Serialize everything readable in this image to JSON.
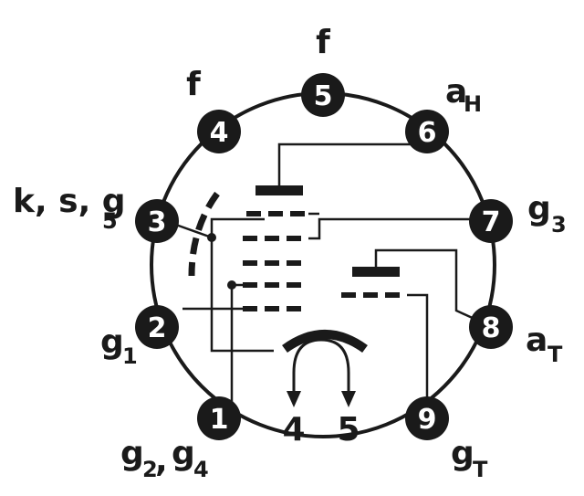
{
  "pins": {
    "p1": "1",
    "p2": "2",
    "p3": "3",
    "p4": "4",
    "p5": "5",
    "p6": "6",
    "p7": "7",
    "p8": "8",
    "p9": "9"
  },
  "labels": {
    "pin5_f": "f",
    "pin4_f": "f",
    "pin6_main": "a",
    "pin6_sub": "H",
    "pin3": "k, s, g",
    "pin3_sub": "5",
    "pin7_main": "g",
    "pin7_sub": "3",
    "pin2_main": "g",
    "pin2_sub": "1",
    "pin8_main": "a",
    "pin8_sub": "T",
    "pin1_main1": "g",
    "pin1_sub1": "2",
    "pin1_sep": ",",
    "pin1_main2": "g",
    "pin1_sub2": "4",
    "pin9_main": "g",
    "pin9_sub": "T"
  },
  "heater": {
    "left": "4",
    "right": "5"
  },
  "colors": {
    "ink": "#1a1a1a",
    "paper": "#ffffff"
  }
}
